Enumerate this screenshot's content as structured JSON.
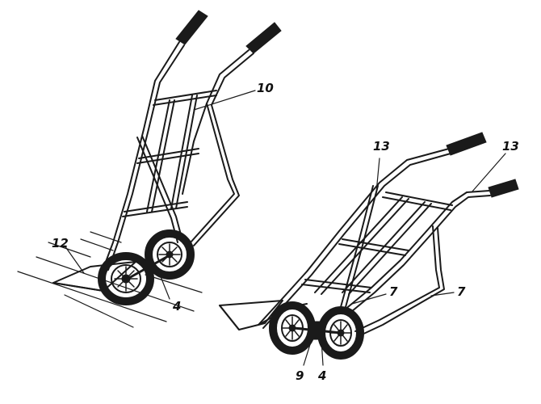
{
  "figure": {
    "left_trolley": {
      "callouts": [
        {
          "id": "handles-crossbar",
          "label": "10"
        },
        {
          "id": "toe-plate",
          "label": "12"
        },
        {
          "id": "axle",
          "label": "4"
        }
      ]
    },
    "right_trolley": {
      "callouts": [
        {
          "id": "left-handle",
          "label": "13"
        },
        {
          "id": "right-handle",
          "label": "13"
        },
        {
          "id": "inner-strut",
          "label": "7"
        },
        {
          "id": "outer-strut",
          "label": "7"
        },
        {
          "id": "hub",
          "label": "9"
        },
        {
          "id": "axle",
          "label": "4"
        }
      ]
    }
  }
}
